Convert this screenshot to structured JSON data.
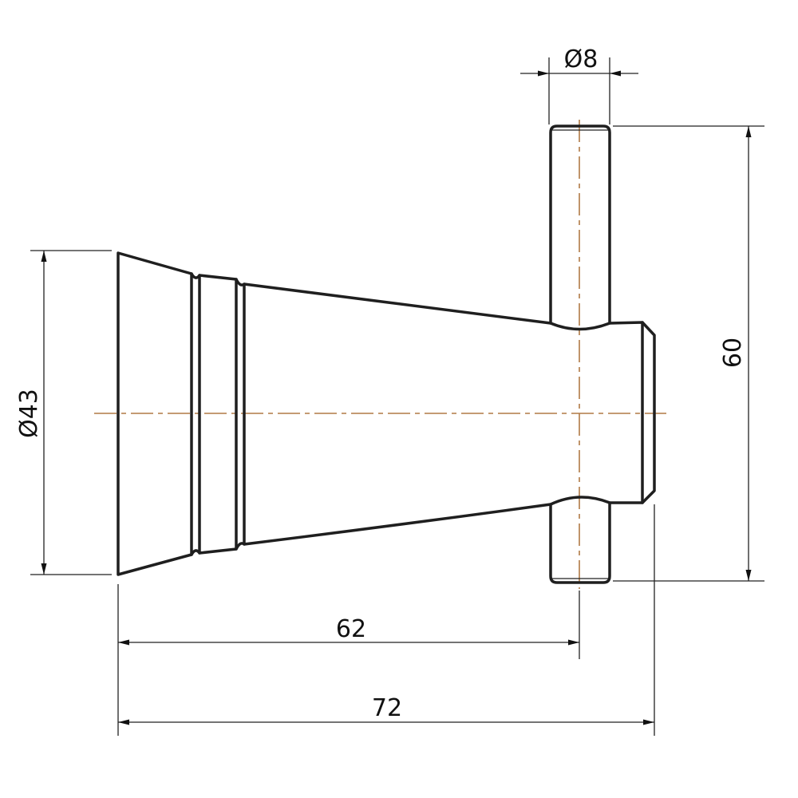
{
  "drawing": {
    "dimensions": {
      "pin_diameter": "Ø8",
      "overall_height": "60",
      "base_diameter": "Ø43",
      "pin_position": "62",
      "overall_length": "72"
    },
    "colors": {
      "outline": "#1f1f1f",
      "centerline": "#b07a45"
    }
  }
}
